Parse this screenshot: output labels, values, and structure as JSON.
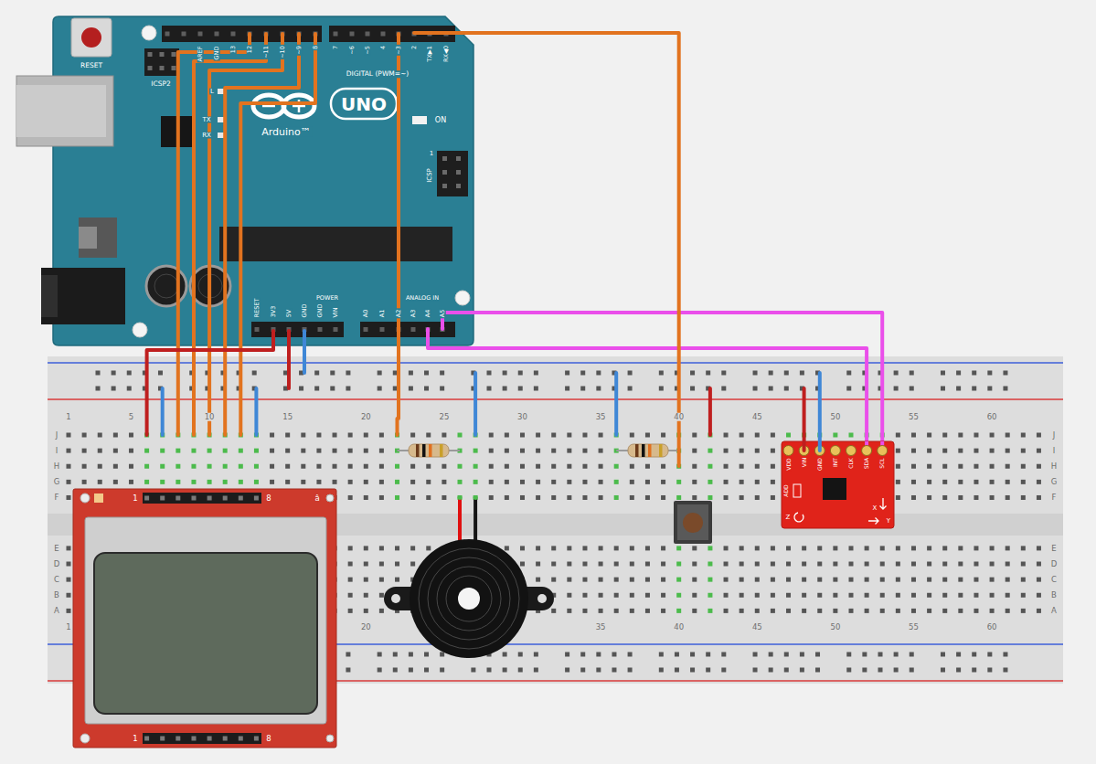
{
  "diagram": {
    "nodes": [
      {
        "text": [
          "RESET",
          "ICSP2",
          "AREF",
          "GND",
          "13",
          "12",
          "~11",
          "~10",
          "~9",
          "8",
          "7",
          "~6",
          "~5",
          "4",
          "~3",
          "2",
          "TX▶1",
          "RX◀0",
          "DIGITAL (PWM=~)",
          "L",
          "TX",
          "RX",
          "UNO",
          "Arduino™",
          "ON",
          "1",
          "ICSP",
          "POWER",
          "ANALOG IN",
          "RESET",
          "3V3",
          "5V",
          "GND",
          "GND",
          "VIN",
          "A0",
          "A1",
          "A2",
          "A3",
          "A4",
          "A5"
        ]
      },
      {
        "text": [
          "VDD",
          "VIN",
          "GND",
          "INT",
          "CLK",
          "SDA",
          "SCL",
          "ADD",
          "Z",
          "X",
          "Y"
        ]
      },
      {
        "text": [
          "1",
          "8",
          "â",
          "1",
          "8"
        ]
      }
    ],
    "edges": [
      {
        "from": 0,
        "to": 1,
        "arrow": "none"
      },
      {
        "from": 0,
        "to": 1,
        "arrow": "none"
      }
    ],
    "labels": [
      "1",
      "5",
      "10",
      "15",
      "20",
      "25",
      "30",
      "35",
      "40",
      "45",
      "50",
      "55",
      "60",
      "J",
      "I",
      "H",
      "G",
      "F",
      "J",
      "I",
      "H",
      "G",
      "F",
      "E",
      "D",
      "C",
      "B",
      "A",
      "E",
      "D",
      "C",
      "B",
      "A",
      "1",
      "20",
      "35",
      "40",
      "45",
      "50",
      "55",
      "60"
    ]
  }
}
